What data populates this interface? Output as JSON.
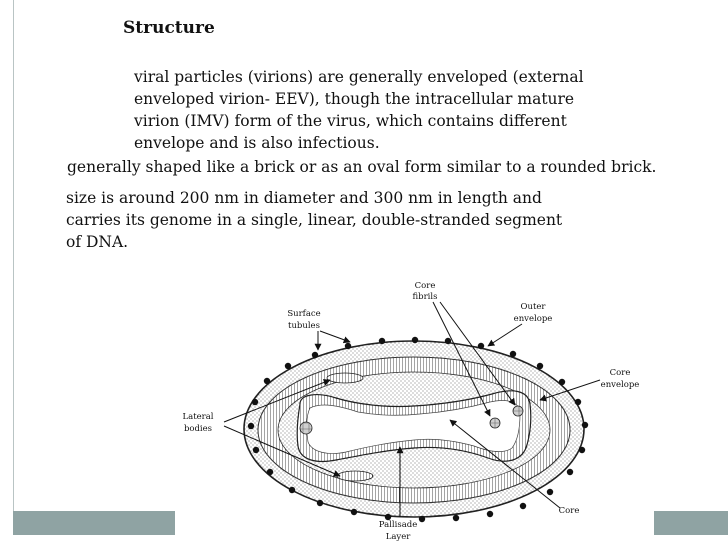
{
  "slide": {
    "title": "Structure",
    "paragraph1": "viral particles (virions) are generally enveloped (external enveloped virion- EEV), though the intracellular mature virion (IMV) form of the virus, which contains different envelope and is also infectious.",
    "paragraph2": "generally shaped like a brick or as an oval form similar to a rounded brick.",
    "paragraph3": "size is around 200 nm in diameter and 300 nm in length and carries its genome in a single, linear, double-stranded segment of DNA."
  },
  "diagram": {
    "labels": {
      "core_fibrils_1": "Core",
      "core_fibrils_2": "fibrils",
      "outer_envelope_1": "Outer",
      "outer_envelope_2": "envelope",
      "surface_tubules_1": "Surface",
      "surface_tubules_2": "tubules",
      "core_envelope_1": "Core",
      "core_envelope_2": "envelope",
      "lateral_bodies_1": "Lateral",
      "lateral_bodies_2": "bodies",
      "core": "Core",
      "palisade_1": "Pallisade",
      "palisade_2": "Layer"
    }
  },
  "colors": {
    "footer_bar": "#8fa3a3",
    "rule_line": "#b9c4c4"
  }
}
